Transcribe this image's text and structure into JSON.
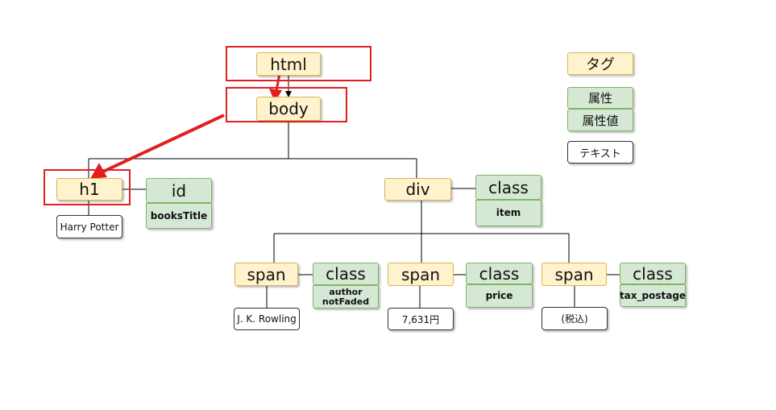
{
  "diagram": {
    "tags": {
      "html": "html",
      "body": "body",
      "h1": "h1",
      "div": "div",
      "span1": "span",
      "span2": "span",
      "span3": "span"
    },
    "attributes": {
      "h1_attr": "id",
      "h1_value": "booksTitle",
      "div_attr": "class",
      "div_value": "item",
      "span1_attr": "class",
      "span1_value": "author\nnotFaded",
      "span2_attr": "class",
      "span2_value": "price",
      "span3_attr": "class",
      "span3_value": "tax_postage"
    },
    "texts": {
      "h1_text": "Harry Potter",
      "span1_text": "J. K. Rowling",
      "span2_text": "7,631円",
      "span3_text": "(税込)"
    },
    "legend": {
      "tag": "タグ",
      "attribute": "属性",
      "attribute_value": "属性値",
      "text": "テキスト"
    },
    "colors": {
      "tag_fill": "#fff2cc",
      "tag_border": "#d6b656",
      "attr_fill": "#d5e8d4",
      "attr_border": "#82b366",
      "highlight": "#e02020"
    }
  }
}
